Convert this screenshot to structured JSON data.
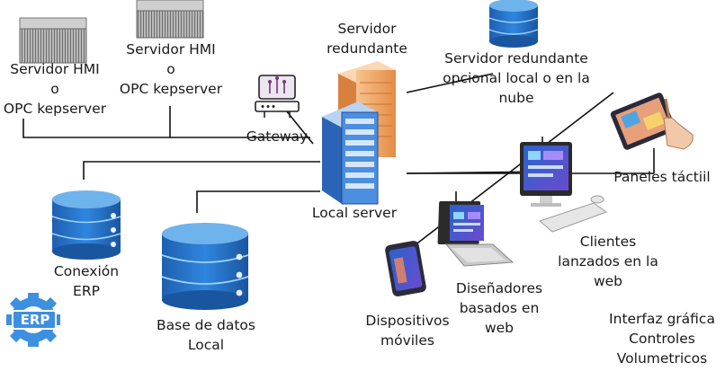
{
  "colors": {
    "line": "#111111",
    "db_blue": "#1f6fc8",
    "db_top": "#6fb3ec",
    "server_blue": "#3a78c9",
    "server_orange": "#f0a060",
    "grey": "#9a9a9a",
    "erp_blue": "#3d8fe0"
  },
  "icons": [
    "hmi-rack-server-icon",
    "redundant-server-icon",
    "cloud-database-icon",
    "gateway-icon",
    "local-server-icon",
    "erp-database-icon",
    "local-database-icon",
    "erp-gear-icon",
    "phone-icon",
    "laptop-icon",
    "desktop-icon",
    "tablet-icon"
  ],
  "labels": {
    "hmi1": [
      "Servidor HMI",
      "o",
      "OPC kepserver"
    ],
    "hmi2": [
      "Servidor HMI",
      "o",
      "OPC kepserver"
    ],
    "redundant": [
      "Servidor",
      "redundante"
    ],
    "cloud": [
      "Servidor redundante",
      "opcional local o en la",
      "nube"
    ],
    "gateway": "Gateway",
    "local_server": "Local server",
    "erp": [
      "Conexión",
      "ERP"
    ],
    "local_db": [
      "Base de datos",
      "Local"
    ],
    "erp_logo": "ERP",
    "mobile": [
      "Dispositivos",
      "móviles"
    ],
    "designers": [
      "Diseñadores",
      "basados en",
      "web"
    ],
    "clients": [
      "Clientes",
      "lanzados en la",
      "web"
    ],
    "panels": "Paneles táctiil",
    "volumetric": [
      "Interfaz gráfica",
      "Controles",
      "Volumetricos"
    ]
  }
}
